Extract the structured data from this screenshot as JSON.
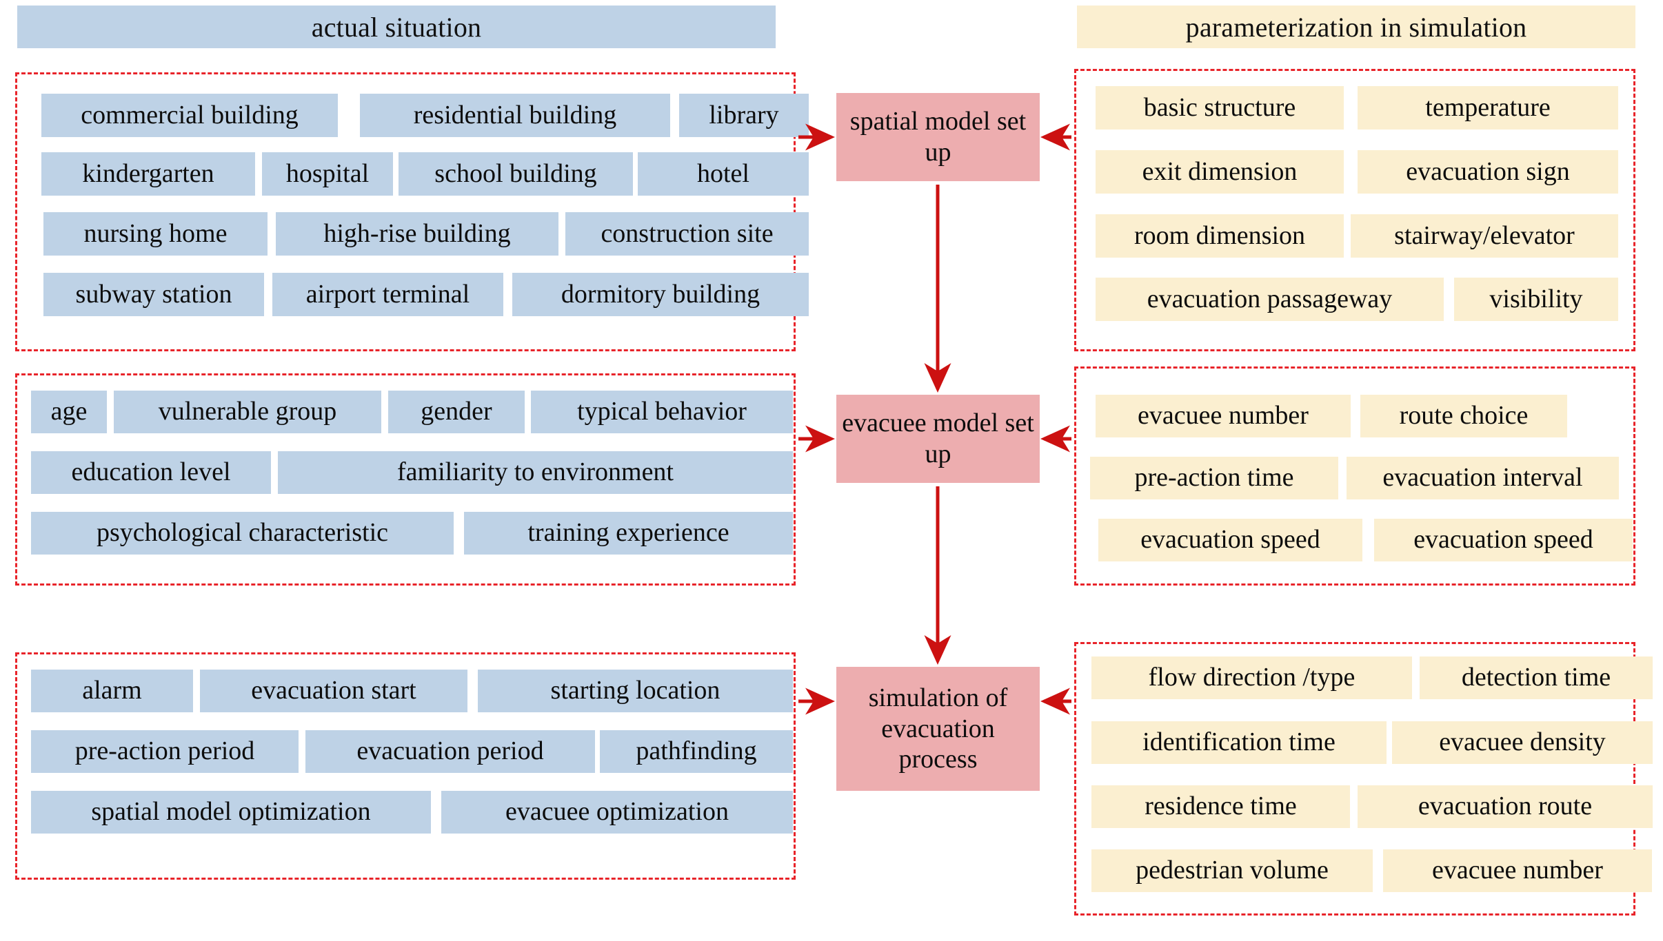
{
  "colors": {
    "blue": "#bed2e6",
    "yellow": "#fbefd0",
    "pink": "#edadaf",
    "dashed_border": "#e8242a",
    "arrow": "#cc1111",
    "text": "#0d0d0d",
    "background": "#ffffff"
  },
  "columns": {
    "left_header": "actual situation",
    "right_header": "parameterization  in simulation"
  },
  "center": {
    "stage1": "spatial model set up",
    "stage2": "evacuee  model set up",
    "stage3": "simulation of evacuation process"
  },
  "groups": {
    "actual_situation": {
      "label": "actual situation",
      "rows": [
        [
          "commercial building",
          "residential building",
          "library"
        ],
        [
          "kindergarten",
          "hospital",
          "school building",
          "hotel"
        ],
        [
          "nursing home",
          "high-rise building",
          "construction site"
        ],
        [
          "subway station",
          "airport terminal",
          "dormitory building"
        ]
      ]
    },
    "spatial_parameters": {
      "rows": [
        [
          "basic structure",
          "temperature"
        ],
        [
          "exit dimension",
          "evacuation sign"
        ],
        [
          "room dimension",
          "stairway/elevator"
        ],
        [
          "evacuation passageway",
          "visibility"
        ]
      ]
    },
    "evacuee_attributes": {
      "rows": [
        [
          "age",
          "vulnerable group",
          "gender",
          "typical behavior"
        ],
        [
          "education level",
          "familiarity to environment"
        ],
        [
          "psychological characteristic",
          "training experience"
        ]
      ]
    },
    "evacuee_parameters": {
      "rows": [
        [
          "evacuee number",
          "route choice"
        ],
        [
          "pre-action time",
          "evacuation  interval"
        ],
        [
          "evacuation speed",
          "evacuation speed"
        ]
      ]
    },
    "process_actual": {
      "rows": [
        [
          "alarm",
          "evacuation start",
          "starting location"
        ],
        [
          "pre-action period",
          "evacuation period",
          "pathfinding"
        ],
        [
          "spatial model  optimization",
          "evacuee optimization"
        ]
      ]
    },
    "process_parameters": {
      "rows": [
        [
          "flow direction /type",
          "detection time"
        ],
        [
          "identification time",
          "evacuee  density"
        ],
        [
          "residence time",
          "evacuation route"
        ],
        [
          "pedestrian volume",
          "evacuee number"
        ]
      ]
    }
  },
  "flow": {
    "arrow_down_1": "spatial model set up to evacuee model set up",
    "arrow_down_2": "evacuee model set up to simulation of evacuation process",
    "arrow_in_left_1": "actual situation buildings feed spatial model set up",
    "arrow_in_right_1": "simulation parameters feed spatial model set up",
    "arrow_in_left_2": "evacuee attributes feed evacuee model set up",
    "arrow_in_right_2": "evacuee parameters feed evacuee model set up",
    "arrow_in_left_3": "process items feed simulation of evacuation process",
    "arrow_in_right_3": "process parameters feed simulation of evacuation process"
  }
}
